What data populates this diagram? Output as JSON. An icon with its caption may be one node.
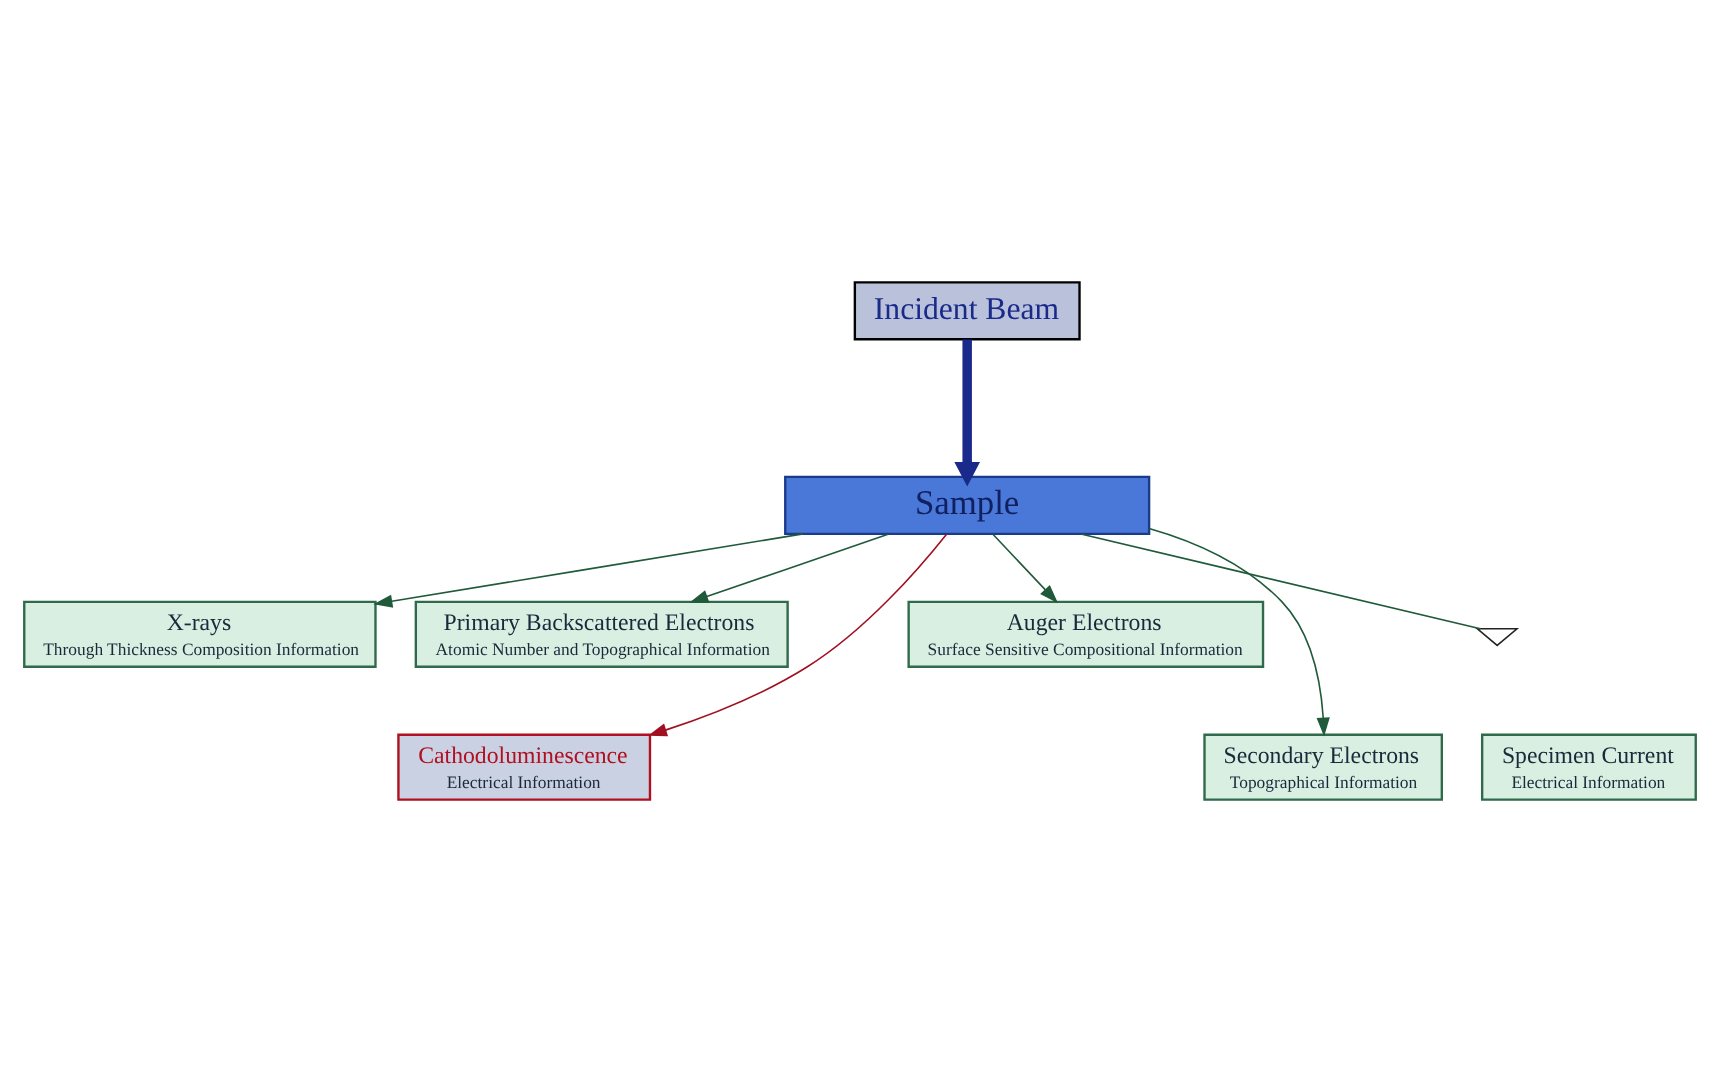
{
  "diagram": {
    "nodes": [
      {
        "text": [
          "Incident Beam"
        ]
      },
      {
        "text": [
          "X-rays",
          "Through Thickness Composition Information"
        ]
      },
      {
        "text": [
          "Primary Backscattered Electrons",
          "Atomic Number and Topographical Information"
        ]
      },
      {
        "text": [
          "Cathodoluminescence",
          "Electrical Information"
        ]
      },
      {
        "text": [
          "Auger Electrons",
          "Surface Sensitive Compositional Information"
        ]
      },
      {
        "text": [
          "Secondary Electrons",
          "Topographical Information"
        ]
      },
      {
        "text": [
          "Sample"
        ]
      },
      {
        "text": [],
        "shape": "ground"
      },
      {
        "text": [
          "Specimen Current",
          "Electrical Information"
        ]
      }
    ],
    "edges": [
      {
        "from": 0,
        "to": 6,
        "arrow": "to",
        "style": "thick",
        "color": "#1a2a8a"
      },
      {
        "from": 6,
        "to": 1,
        "arrow": "to"
      },
      {
        "from": 6,
        "to": 2,
        "arrow": "to"
      },
      {
        "from": 6,
        "to": 3,
        "arrow": "to",
        "color": "#a01020"
      },
      {
        "from": 6,
        "to": 4,
        "arrow": "to"
      },
      {
        "from": 6,
        "to": 5,
        "arrow": "to"
      },
      {
        "from": 6,
        "to": 7,
        "arrow": "none"
      }
    ]
  }
}
